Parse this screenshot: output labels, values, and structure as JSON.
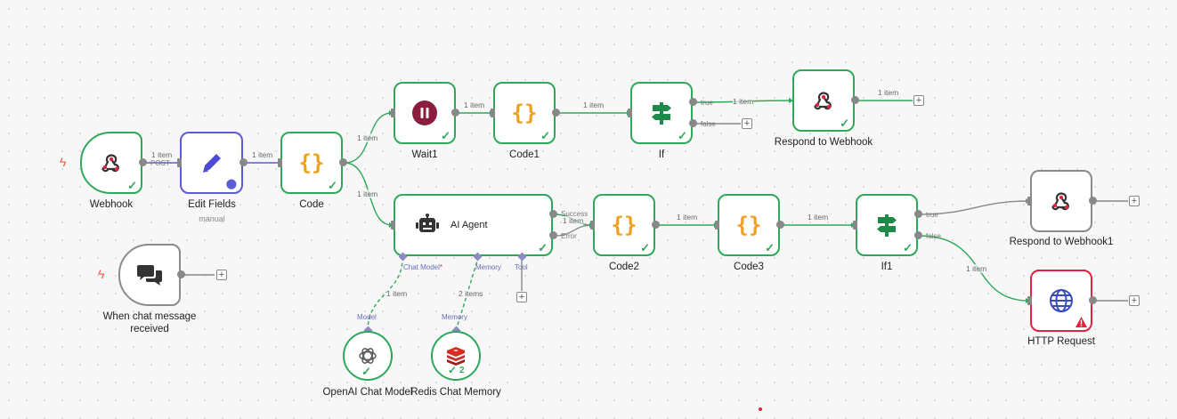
{
  "colors": {
    "success": "#2fa85a",
    "edge_active": "#2fa85a",
    "edge_idle": "#888888",
    "error": "#e0243f",
    "primary": "#5b5bd6",
    "code": "#f0a020"
  },
  "nodes": {
    "webhook": {
      "label": "Webhook",
      "port_label": "POST",
      "icon": "webhook-icon"
    },
    "edit_fields": {
      "label": "Edit Fields",
      "sublabel": "manual",
      "icon": "pencil-icon"
    },
    "code": {
      "label": "Code",
      "icon": "code-braces-icon"
    },
    "wait1": {
      "label": "Wait1",
      "icon": "pause-icon"
    },
    "code1": {
      "label": "Code1",
      "icon": "code-braces-icon"
    },
    "if": {
      "label": "If",
      "icon": "signpost-icon",
      "true_label": "true",
      "false_label": "false"
    },
    "respond_webhook": {
      "label": "Respond to Webhook",
      "icon": "webhook-icon"
    },
    "ai_agent": {
      "label": "AI Agent",
      "icon": "robot-icon",
      "success_label": "Success",
      "error_label": "Error",
      "chat_model_label": "Chat Model",
      "required_mark": "*",
      "memory_label": "Memory",
      "tool_label": "Tool"
    },
    "code2": {
      "label": "Code2",
      "icon": "code-braces-icon"
    },
    "code3": {
      "label": "Code3",
      "icon": "code-braces-icon"
    },
    "if1": {
      "label": "If1",
      "icon": "signpost-icon",
      "true_label": "true",
      "false_label": "false"
    },
    "respond_webhook1": {
      "label": "Respond to Webhook1",
      "icon": "webhook-icon"
    },
    "http_request": {
      "label": "HTTP Request",
      "icon": "globe-icon"
    },
    "chat_trigger": {
      "label_line1": "When chat message",
      "label_line2": "received",
      "icon": "chat-bubbles-icon"
    },
    "openai": {
      "label": "OpenAI Chat Model",
      "port_label": "Model",
      "icon": "openai-icon"
    },
    "redis": {
      "label": "Redis Chat Memory",
      "port_label": "Memory",
      "icon": "redis-icon",
      "count": "2"
    }
  },
  "edges": {
    "webhook_edit": "1 item",
    "edit_code": "1 item",
    "code_wait": "1 item",
    "code_agent": "1 item",
    "wait_code1": "1 item",
    "code1_if": "1 item",
    "if_respond": "1 item",
    "respond_out": "1 item",
    "agent_code2": "1 item",
    "code2_code3": "1 item",
    "code3_if1": "1 item",
    "if1_http": "1 item",
    "openai_agent": "1 item",
    "redis_agent": "2 items"
  },
  "symbols": {
    "check": "✓",
    "plus": "+",
    "bolt": "ϟ",
    "warning": "!"
  }
}
